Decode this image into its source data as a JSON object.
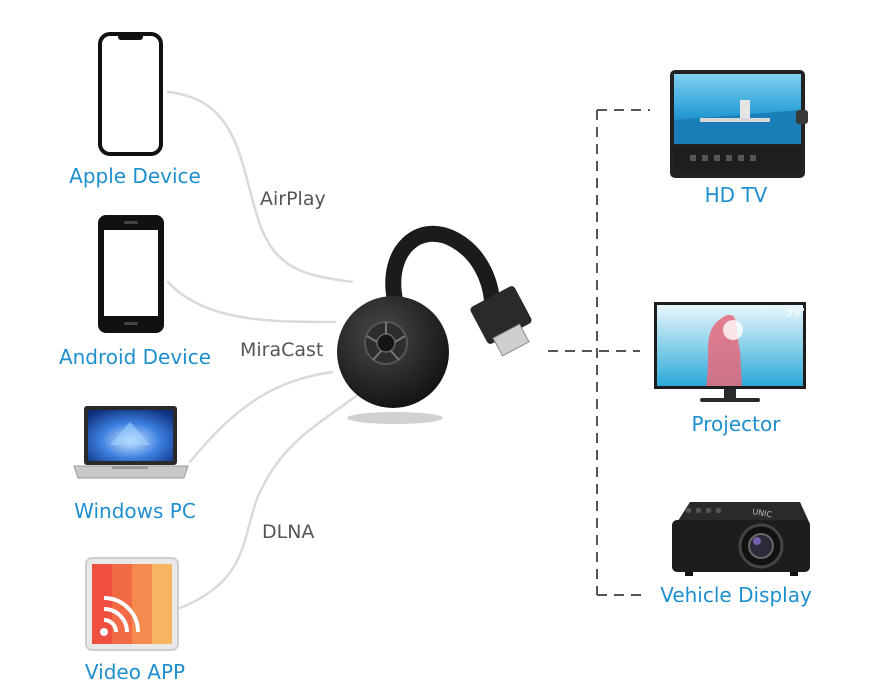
{
  "sources": [
    {
      "label": "Apple Device",
      "icon": "iphone-icon"
    },
    {
      "label": "Android Device",
      "icon": "android-phone-icon"
    },
    {
      "label": "Windows PC",
      "icon": "laptop-icon"
    },
    {
      "label": "Video APP",
      "icon": "video-app-icon"
    }
  ],
  "protocols": [
    "AirPlay",
    "MiraCast",
    "DLNA"
  ],
  "center_device": {
    "icon": "hdmi-dongle-icon"
  },
  "targets": [
    {
      "label": "HD TV",
      "icon": "monitor-icon"
    },
    {
      "label": "Projector",
      "icon": "tv-icon",
      "badge": "39\""
    },
    {
      "label": "Vehicle Display",
      "icon": "projector-icon",
      "brand": "UNIC"
    }
  ],
  "colors": {
    "label_blue": "#1e8fcf",
    "protocol_gray": "#555555",
    "curve_gray": "#dadada",
    "dash_dark": "#555555"
  }
}
